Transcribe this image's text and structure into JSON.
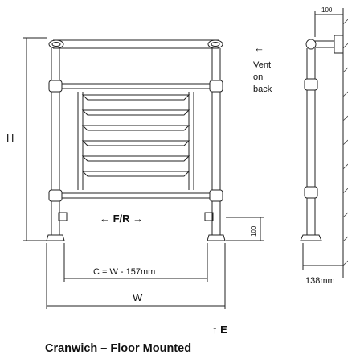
{
  "diagram": {
    "labels": {
      "height": "H",
      "width": "W",
      "centres": "C = W - 157mm",
      "flow_return": "← F/R →",
      "vent_arrow": "←",
      "vent_line1": "Vent",
      "vent_line2": "on",
      "vent_line3": "back",
      "foot_height": "100",
      "wall_offset": "100",
      "projection": "138mm",
      "elevation_marker": "↑ E"
    },
    "title": "Cranwich – Floor Mounted",
    "colors": {
      "line": "#222222",
      "hatch": "#444444",
      "background": "#ffffff"
    }
  }
}
